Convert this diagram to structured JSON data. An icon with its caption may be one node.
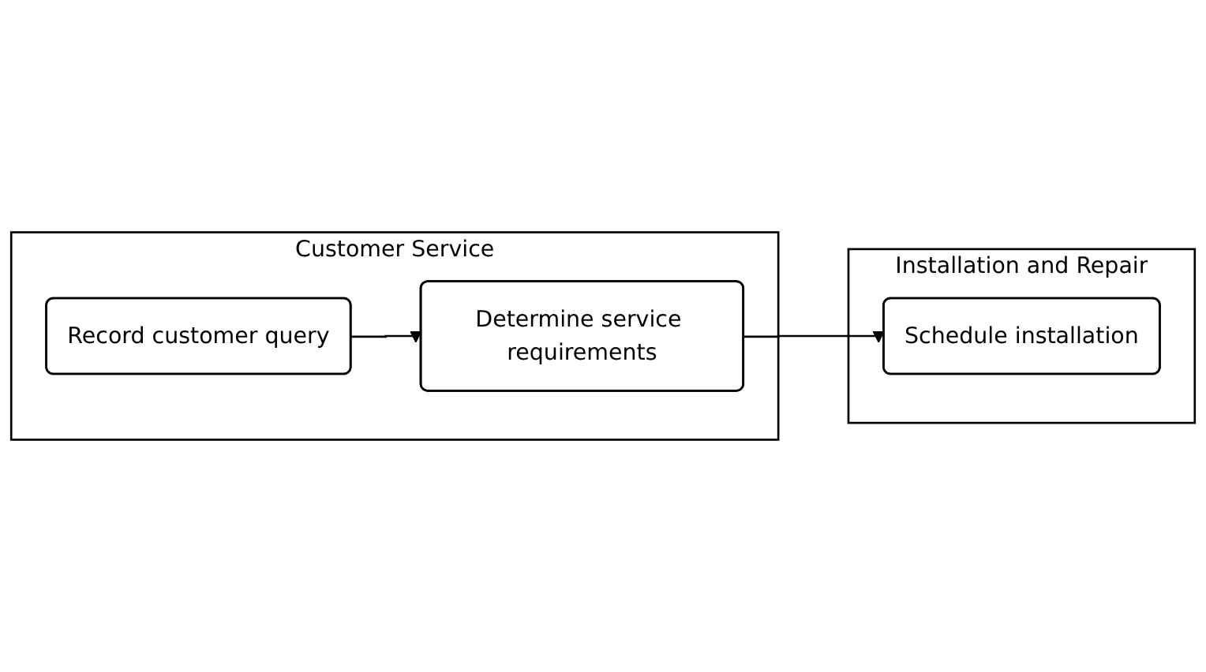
{
  "diagram": {
    "nodes": [
      {
        "text": [
          "Customer Service"
        ]
      },
      {
        "text": [
          "Record customer query"
        ],
        "in": 0
      },
      {
        "text": [
          "Determine service requirements"
        ],
        "in": 0
      },
      {
        "text": [
          "Installation and Repair"
        ]
      },
      {
        "text": [
          "Schedule installation"
        ],
        "in": 3
      }
    ],
    "edges": [
      {
        "from": 1,
        "to": 2,
        "arrow": "to"
      },
      {
        "from": 2,
        "to": 4,
        "arrow": "to"
      }
    ]
  }
}
